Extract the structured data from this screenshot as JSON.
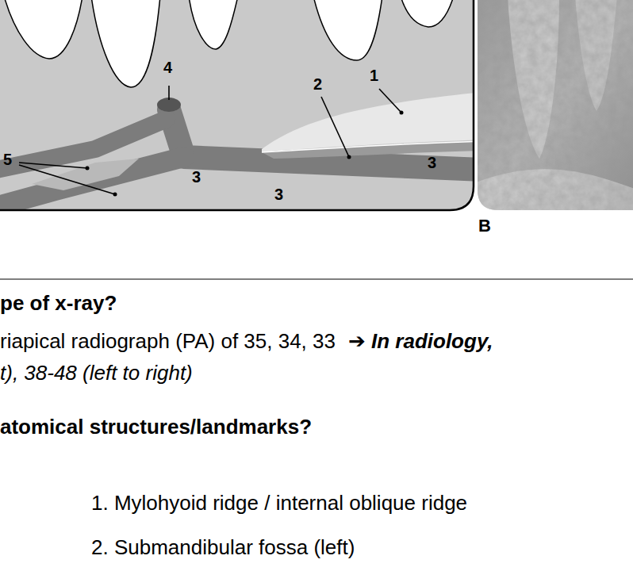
{
  "diagram": {
    "labels": [
      "4",
      "2",
      "1",
      "5",
      "3",
      "3",
      "3",
      "B",
      "pe of x-ray?",
      "riapical radiograph (PA) of 35, 34, 33",
      "➔ In radiology,",
      "t), 38-48 (left to right)",
      "atomical structures/landmarks?",
      "1. Mylohyoid ridge / internal oblique ridge",
      "2. Submandibular fossa (left)"
    ]
  }
}
